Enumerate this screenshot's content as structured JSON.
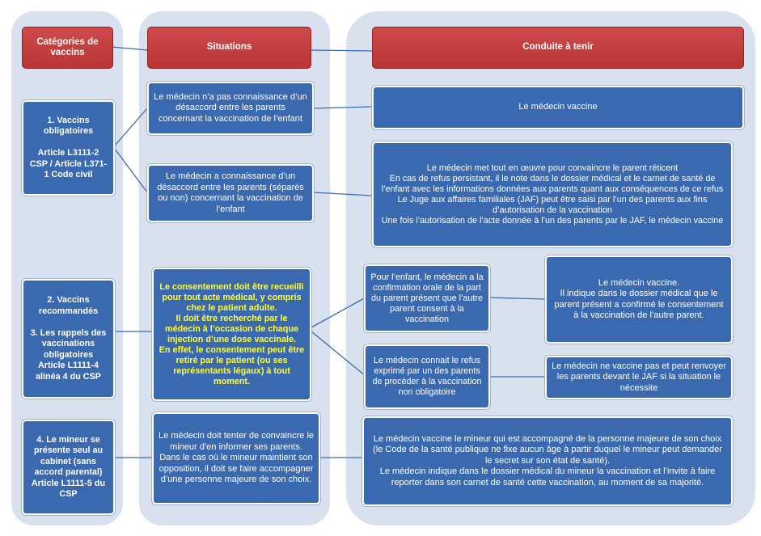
{
  "headers": {
    "categories": "Catégories de vaccins",
    "situations": "Situations",
    "conduite": "Conduite à tenir"
  },
  "categories": {
    "c1": "1. Vaccins obligatoires\n\nArticle L3111-2 CSP / Article L371-1 Code civil",
    "c2": "2. Vaccins recommandés\n\n3. Les rappels des vaccinations obligatoires\nArticle L1111-4 alinéa 4 du CSP",
    "c4": "4. Le mineur se présente seul au cabinet (sans accord parental)\nArticle L1111-5 du CSP"
  },
  "situations": {
    "s1": "Le médecin n’a pas connaissance d’un désaccord entre les parents concernant la vaccination de l’enfant",
    "s2": "Le médecin a connaissance d’un désaccord entre les parents (séparés ou non) concernant la vaccination de l’enfant",
    "s3": "Le consentement doit être recueilli pour tout acte médical, y compris chez le patient adulte.\nIl doit être recherché par le médecin à l’occasion de chaque injection d’une dose vaccinale.\nEn effet, le consentement peut être retiré par le patient (ou ses représentants légaux) à tout moment.",
    "s4": "Le médecin doit tenter de convaincre le mineur d’en informer ses parents.\nDans le cas où le mineur maintient son opposition, il doit se faire accompagner d’une personne majeure de son choix."
  },
  "conduite": {
    "k1": "Le médecin vaccine",
    "k2": "Le médecin met tout en œuvre pour convaincre le parent réticent\nEn cas de refus persistant, il le note dans le dossier médical et le carnet de santé de l’enfant avec les informations données aux parents quant aux conséquences de ce refus\nLe Juge aux affaires familiales (JAF) peut être saisi par l’un des parents aux fins d’autorisation de la vaccination\nUne fois l’autorisation de l’acte donnée à l’un des parents par le JAF, le médecin vaccine",
    "k3a": "Pour l’enfant, le médecin a la confirmation orale de la part du parent présent que l’autre parent consent à la vaccination",
    "k3b": "Le médecin vaccine.\nIl indique dans le dossier médical que le parent présent a confirmé le consentement à la vaccination de l’autre parent.",
    "k4a": "Le médecin connait le refus exprimé par un des parents de procéder à la vaccination non obligatoire",
    "k4b": "Le médecin ne vaccine pas et peut renvoyer les parents devant le JAF si la situation le nécessite",
    "k5": "Le médecin vaccine le mineur qui est accompagné de la personne majeure de son choix (le Code de la santé publique ne fixe aucun âge à partir duquel le mineur peut demander le secret sur son état de santé).\nLe médecin indique dans le dossier médical du mineur la vaccination et l’invite à faire reporter dans son carnet de santé cette vaccination, au moment de sa majorité."
  },
  "colors": {
    "header_red": "#c43c3c",
    "box_blue": "#3a69b0",
    "column_bg": "#d9e1ef",
    "highlight_yellow": "#ffff33"
  }
}
